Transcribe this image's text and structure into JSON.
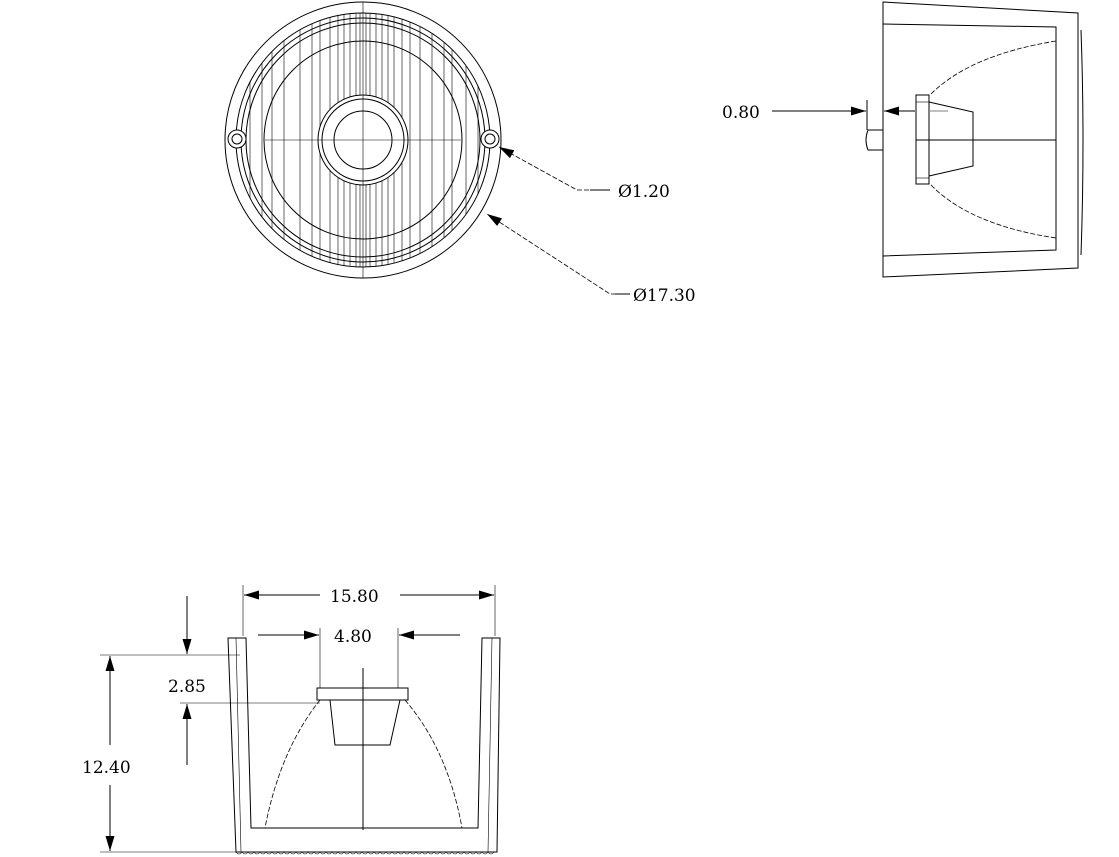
{
  "front_view": {
    "hole_diameter": "Ø1.20",
    "outer_diameter": "Ø17.30"
  },
  "side_view": {
    "flange_thickness": "0.80"
  },
  "section_view": {
    "outer_width": "15.80",
    "lens_width": "4.80",
    "lens_depth": "2.85",
    "height": "12.40"
  }
}
